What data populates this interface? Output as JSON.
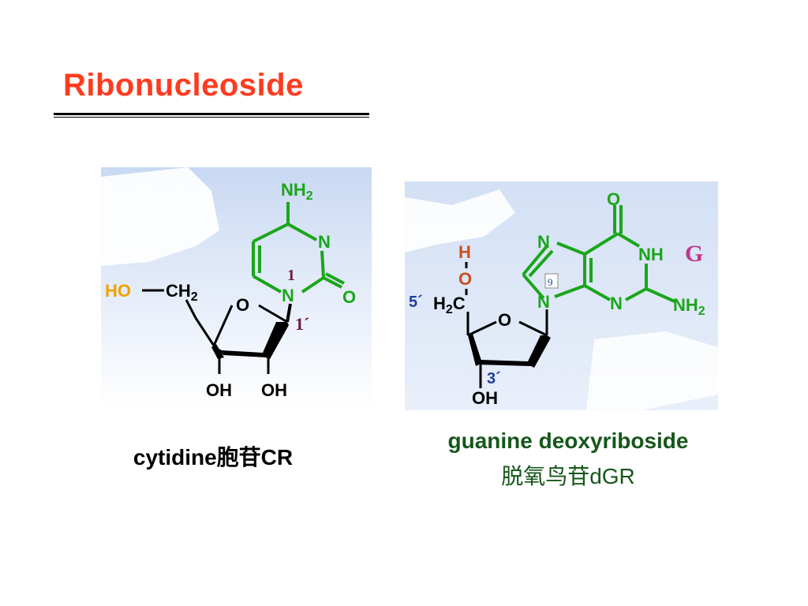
{
  "slide": {
    "title": "Ribonucleoside"
  },
  "left_molecule": {
    "labels": {
      "nh2": "NH",
      "nh2_sub": "2",
      "n_ring": "N",
      "n_glyco": "N",
      "o_carbonyl": "O",
      "o_ring": "O",
      "ho": "HO",
      "ch2": "CH",
      "ch2_sub": "2",
      "oh_left": "OH",
      "oh_right": "OH",
      "num_1": "1",
      "num_1prime": "1´"
    },
    "caption": "cytidine胞苷CR",
    "colors": {
      "base": "#1aa61a",
      "ho": "#f2a000",
      "numbers": "#6b1a3b"
    }
  },
  "right_molecule": {
    "labels": {
      "o_top": "O",
      "nh_ring": "NH",
      "g": "G",
      "n_top": "N",
      "n9": "N",
      "num_9": "9",
      "n_bottom": "N",
      "nh2": "NH",
      "nh2_sub": "2",
      "h": "H",
      "o_hydroxyl": "O",
      "five_prime": "5´",
      "h2c_h": "H",
      "h2c_sub": "2",
      "h2c_c": "C",
      "o_ring": "O",
      "three_prime": "3´",
      "oh": "OH"
    },
    "caption_en": "guanine deoxyriboside",
    "caption_cn": "脱氧鸟苷dGR",
    "colors": {
      "base": "#1aa61a",
      "hydroxyl": "#c8501e",
      "numbers": "#1f3f9a",
      "g": "#c0358a"
    }
  }
}
